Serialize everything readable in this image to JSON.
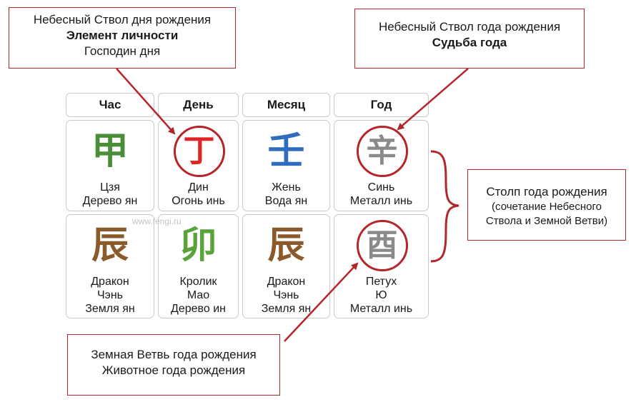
{
  "callouts": {
    "top_left": {
      "line1": "Небесный Ствол дня рождения",
      "line2": "Элемент личности",
      "line3": "Господин дня"
    },
    "top_right": {
      "line1": "Небесный Ствол года рождения",
      "line2": "Судьба года"
    },
    "bottom": {
      "line1": "Земная Ветвь года рождения",
      "line2": "Животное года рождения"
    }
  },
  "side_label": {
    "title": "Столп года рождения",
    "sub1": "(сочетание Небесного",
    "sub2": "Ствола и Земной Ветви)"
  },
  "columns": [
    "Час",
    "День",
    "Месяц",
    "Год"
  ],
  "stems": [
    {
      "glyph": "甲",
      "name": "Цзя",
      "element": "Дерево ян",
      "color": "#4a8e3a",
      "ring": false
    },
    {
      "glyph": "丁",
      "name": "Дин",
      "element": "Огонь инь",
      "color": "#e02424",
      "ring": true
    },
    {
      "glyph": "壬",
      "name": "Жень",
      "element": "Вода ян",
      "color": "#2f6cc0",
      "ring": false
    },
    {
      "glyph": "辛",
      "name": "Синь",
      "element": "Металл инь",
      "color": "#8a8a8a",
      "ring": true
    }
  ],
  "branches": [
    {
      "glyph": "辰",
      "animal": "Дракон",
      "name": "Чэнь",
      "element": "Земля ян",
      "color": "#8a5a2a",
      "ring": false
    },
    {
      "glyph": "卯",
      "animal": "Кролик",
      "name": "Мао",
      "element": "Дерево ин",
      "color": "#5aa33a",
      "ring": false
    },
    {
      "glyph": "辰",
      "animal": "Дракон",
      "name": "Чэнь",
      "element": "Земля ян",
      "color": "#8a5a2a",
      "ring": false
    },
    {
      "glyph": "酉",
      "animal": "Петух",
      "name": "Ю",
      "element": "Металл инь",
      "color": "#8a8a8a",
      "ring": true
    }
  ],
  "watermark": "www.fengi.ru",
  "colors": {
    "accent": "#b3262c",
    "border": "#c9c9c9"
  }
}
